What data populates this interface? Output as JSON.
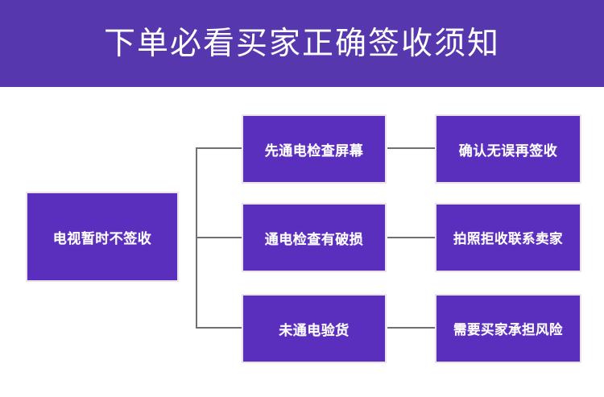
{
  "banner": {
    "title": "下单必看买家正确签收须知",
    "background_color": "#5737AD",
    "text_color": "#FFFFFF"
  },
  "theme": {
    "node_fill": "#5B2FBE",
    "node_border": "#EDE2EC",
    "connector_color": "#6F6F76",
    "page_background": "#FFFFFF"
  },
  "diagram_data": {
    "type": "flowchart",
    "orientation": "left-to-right",
    "root": {
      "id": "root",
      "label": "电视暂时不签收"
    },
    "branches": [
      {
        "id": "branch-1",
        "condition_label": "先通电检查屏幕",
        "outcome_label": "确认无误再签收"
      },
      {
        "id": "branch-2",
        "condition_label": "通电检查有破损",
        "outcome_label": "拍照拒收联系卖家"
      },
      {
        "id": "branch-3",
        "condition_label": "未通电验货",
        "outcome_label": "需要买家承担风险"
      }
    ]
  }
}
